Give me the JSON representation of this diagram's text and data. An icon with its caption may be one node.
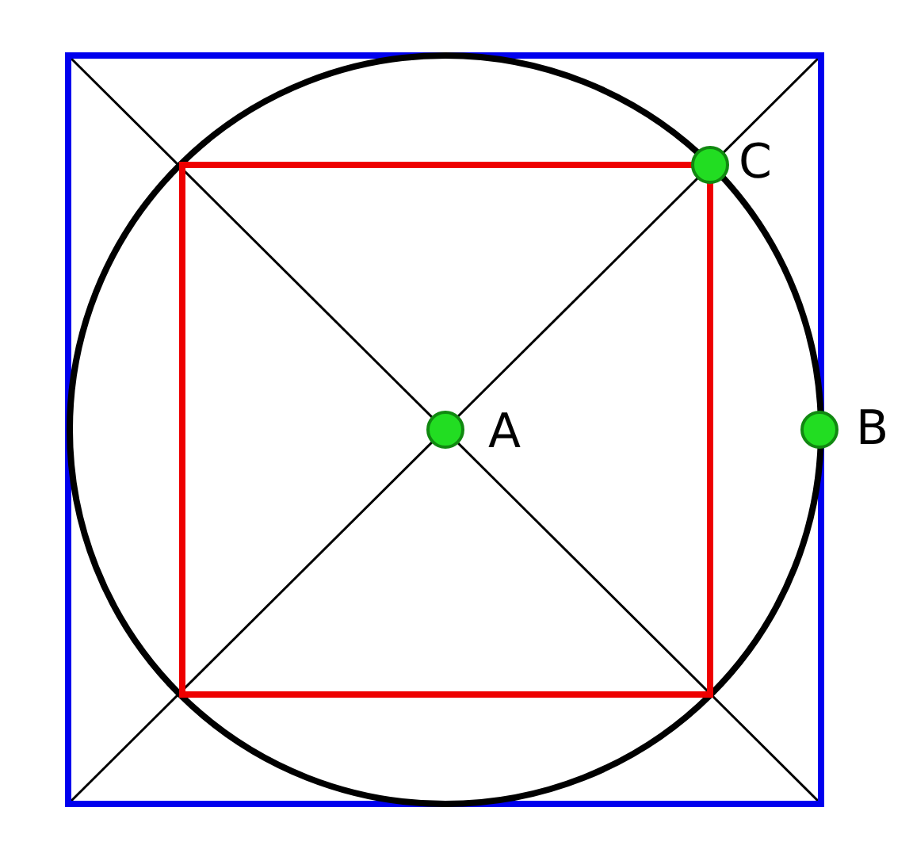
{
  "diagram": {
    "labels": [
      "C",
      "A",
      "B"
    ]
  }
}
